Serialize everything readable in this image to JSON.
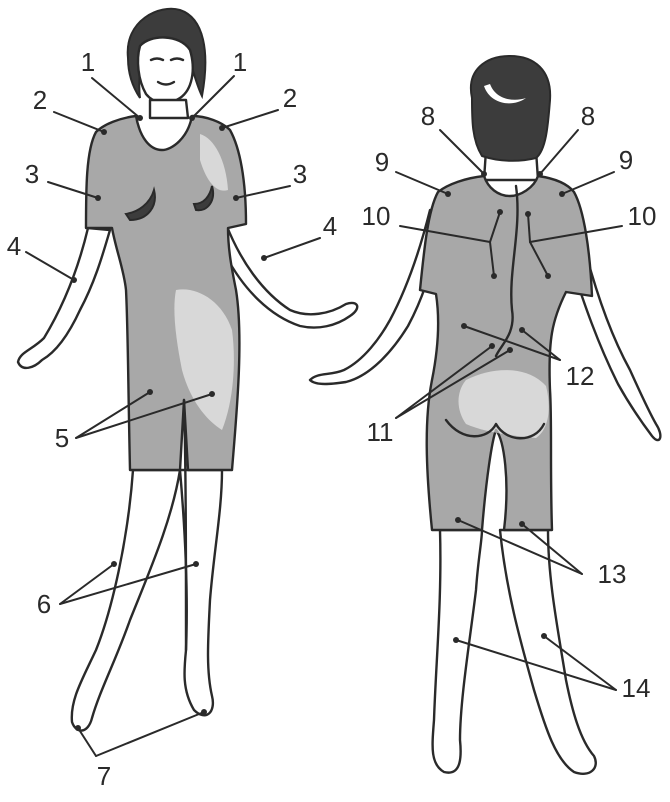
{
  "labels": {
    "l1": "1",
    "l2": "2",
    "l3": "3",
    "l4": "4",
    "l5": "5",
    "l6": "6",
    "l7": "7",
    "l8": "8",
    "l9": "9",
    "l10": "10",
    "l11": "11",
    "l12": "12",
    "l13": "13",
    "l14": "14"
  },
  "colors": {
    "suit": "#a8a8a8",
    "hair": "#3c3c3c",
    "line": "#2a2a2a",
    "background": "#ffffff"
  }
}
